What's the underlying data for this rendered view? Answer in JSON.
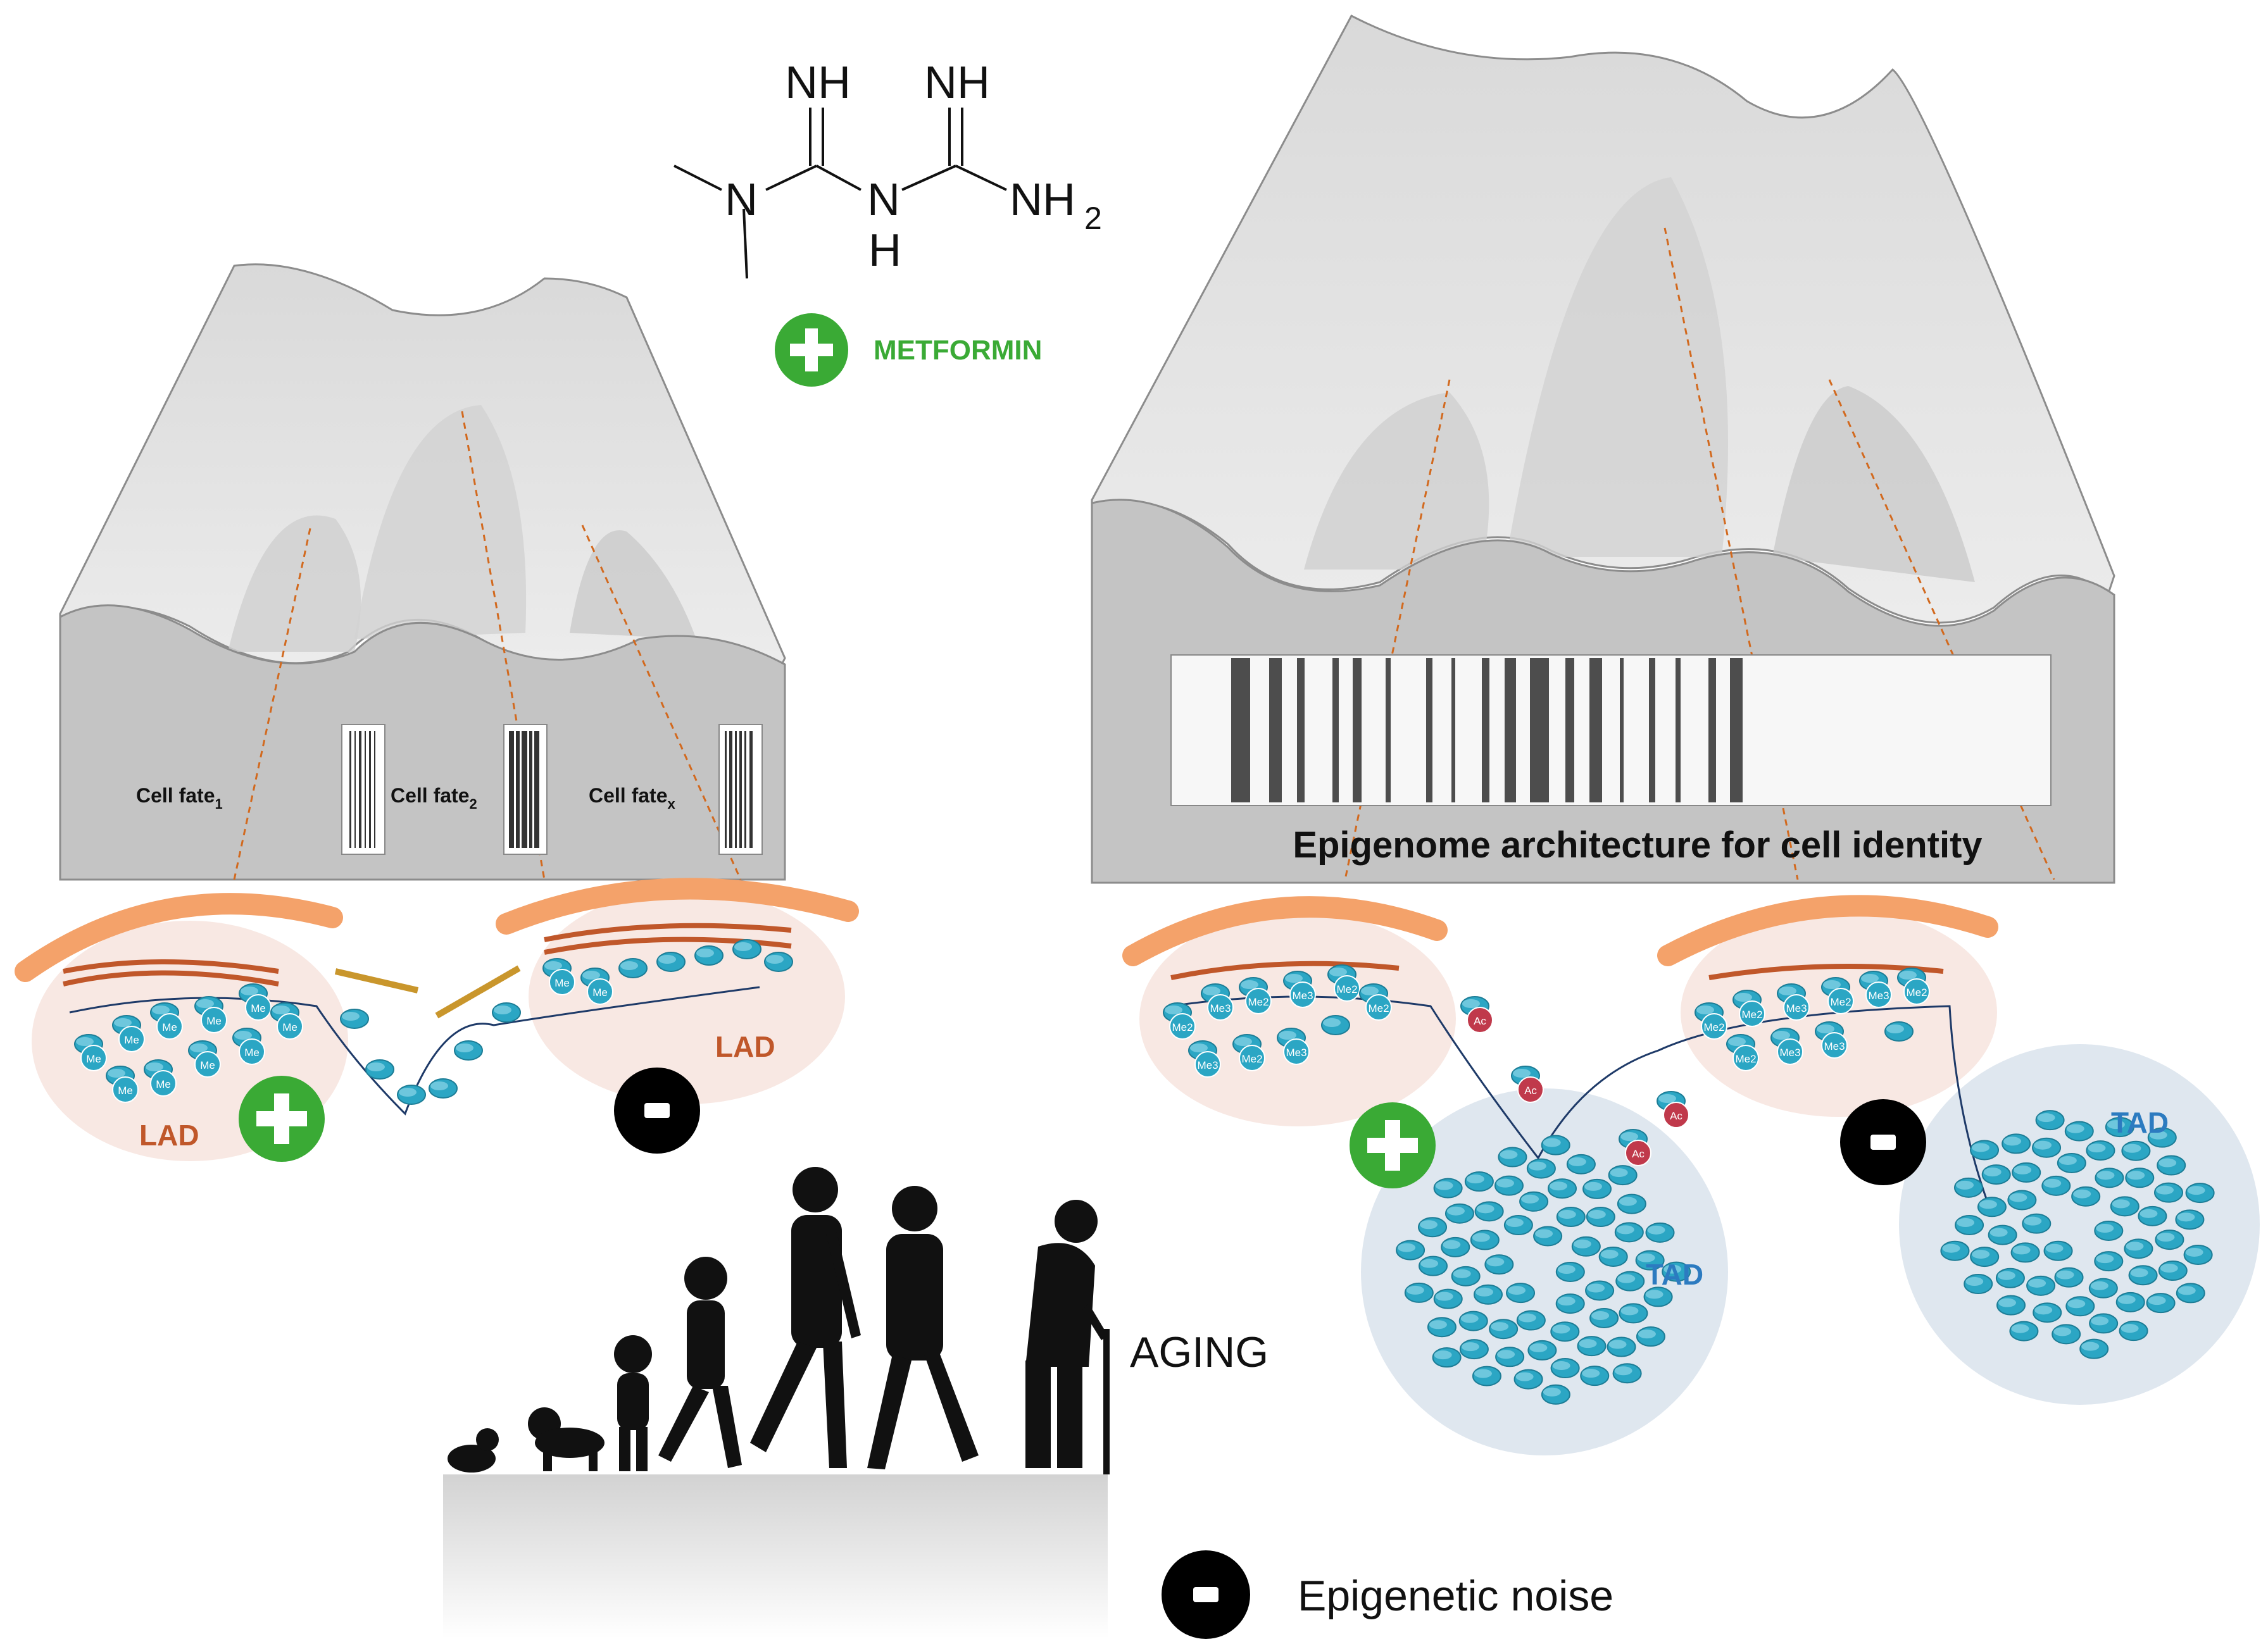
{
  "molecule": {
    "label_nh_left": "NH",
    "label_nh_right": "NH",
    "label_n": "N",
    "label_nh_mid_n": "N",
    "label_nh_mid_h": "H",
    "label_nh2": "NH",
    "label_nh2_sub": "2"
  },
  "metformin": {
    "label": "METFORMIN",
    "sign": "+"
  },
  "left_landscape": {
    "fates": [
      {
        "text": "Cell fate",
        "sub": "1"
      },
      {
        "text": "Cell fate",
        "sub": "2"
      },
      {
        "text": "Cell fate",
        "sub": "x"
      }
    ],
    "lad_left": "LAD",
    "lad_right": "LAD",
    "me_marks": [
      "Me",
      "Me",
      "Me",
      "Me",
      "Me",
      "Me",
      "Me",
      "Me",
      "Me",
      "Me",
      "Me",
      "Me"
    ],
    "plus_sign": "+",
    "minus_sign": "-"
  },
  "right_landscape": {
    "barcode_caption": "Epigenome architecture for cell identity",
    "tad_left": "TAD",
    "tad_right": "TAD",
    "marks_left": [
      "Me2",
      "Me3",
      "Me2",
      "Me3",
      "Me2",
      "Me2",
      "Me3",
      "Me2",
      "Me3"
    ],
    "ac_marks": [
      "Ac",
      "Ac",
      "Ac",
      "Ac"
    ],
    "marks_right": [
      "Me2",
      "Me2",
      "Me3",
      "Me2",
      "Me3",
      "Me2",
      "Me2",
      "Me3",
      "Me3"
    ],
    "plus_sign": "+",
    "minus_sign": "-"
  },
  "aging": {
    "label": "AGING"
  },
  "legend": {
    "label": "Epigenetic noise",
    "sign": "-"
  },
  "colors": {
    "green": "#3aaa35",
    "orange": "#f4a26a",
    "brown": "#c0572a",
    "teal": "#2ba6c4",
    "lad_fill": "#f6e2dc",
    "tad_fill": "#dfe7ef",
    "landscape_light": "#e4e4e4",
    "landscape_dark": "#bfbfbf",
    "ac_red": "#c0394b"
  }
}
